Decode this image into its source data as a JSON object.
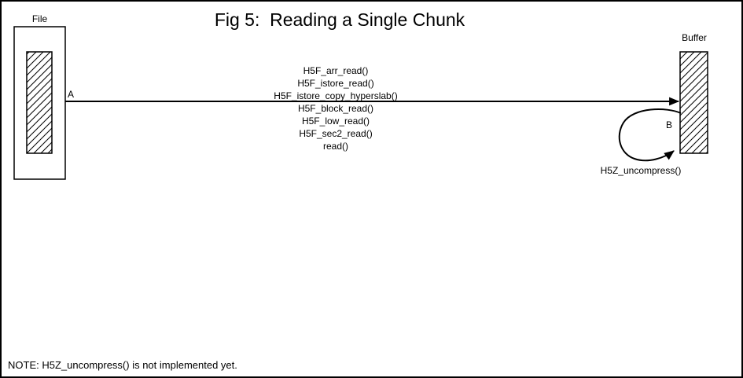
{
  "title": "Fig 5:  Reading a Single Chunk",
  "file": {
    "label": "File"
  },
  "buffer": {
    "label": "Buffer"
  },
  "flow_a": {
    "label": "A",
    "calls": [
      "H5F_arr_read()",
      "H5F_istore_read()",
      "H5F_istore_copy_hyperslab()",
      "H5F_block_read()",
      "H5F_low_read()",
      "H5F_sec2_read()",
      "read()"
    ]
  },
  "flow_b": {
    "label": "B",
    "call": "H5Z_uncompress()"
  },
  "note": "NOTE: H5Z_uncompress() is not implemented yet.",
  "colors": {
    "ink": "#000000",
    "background": "#ffffff"
  }
}
